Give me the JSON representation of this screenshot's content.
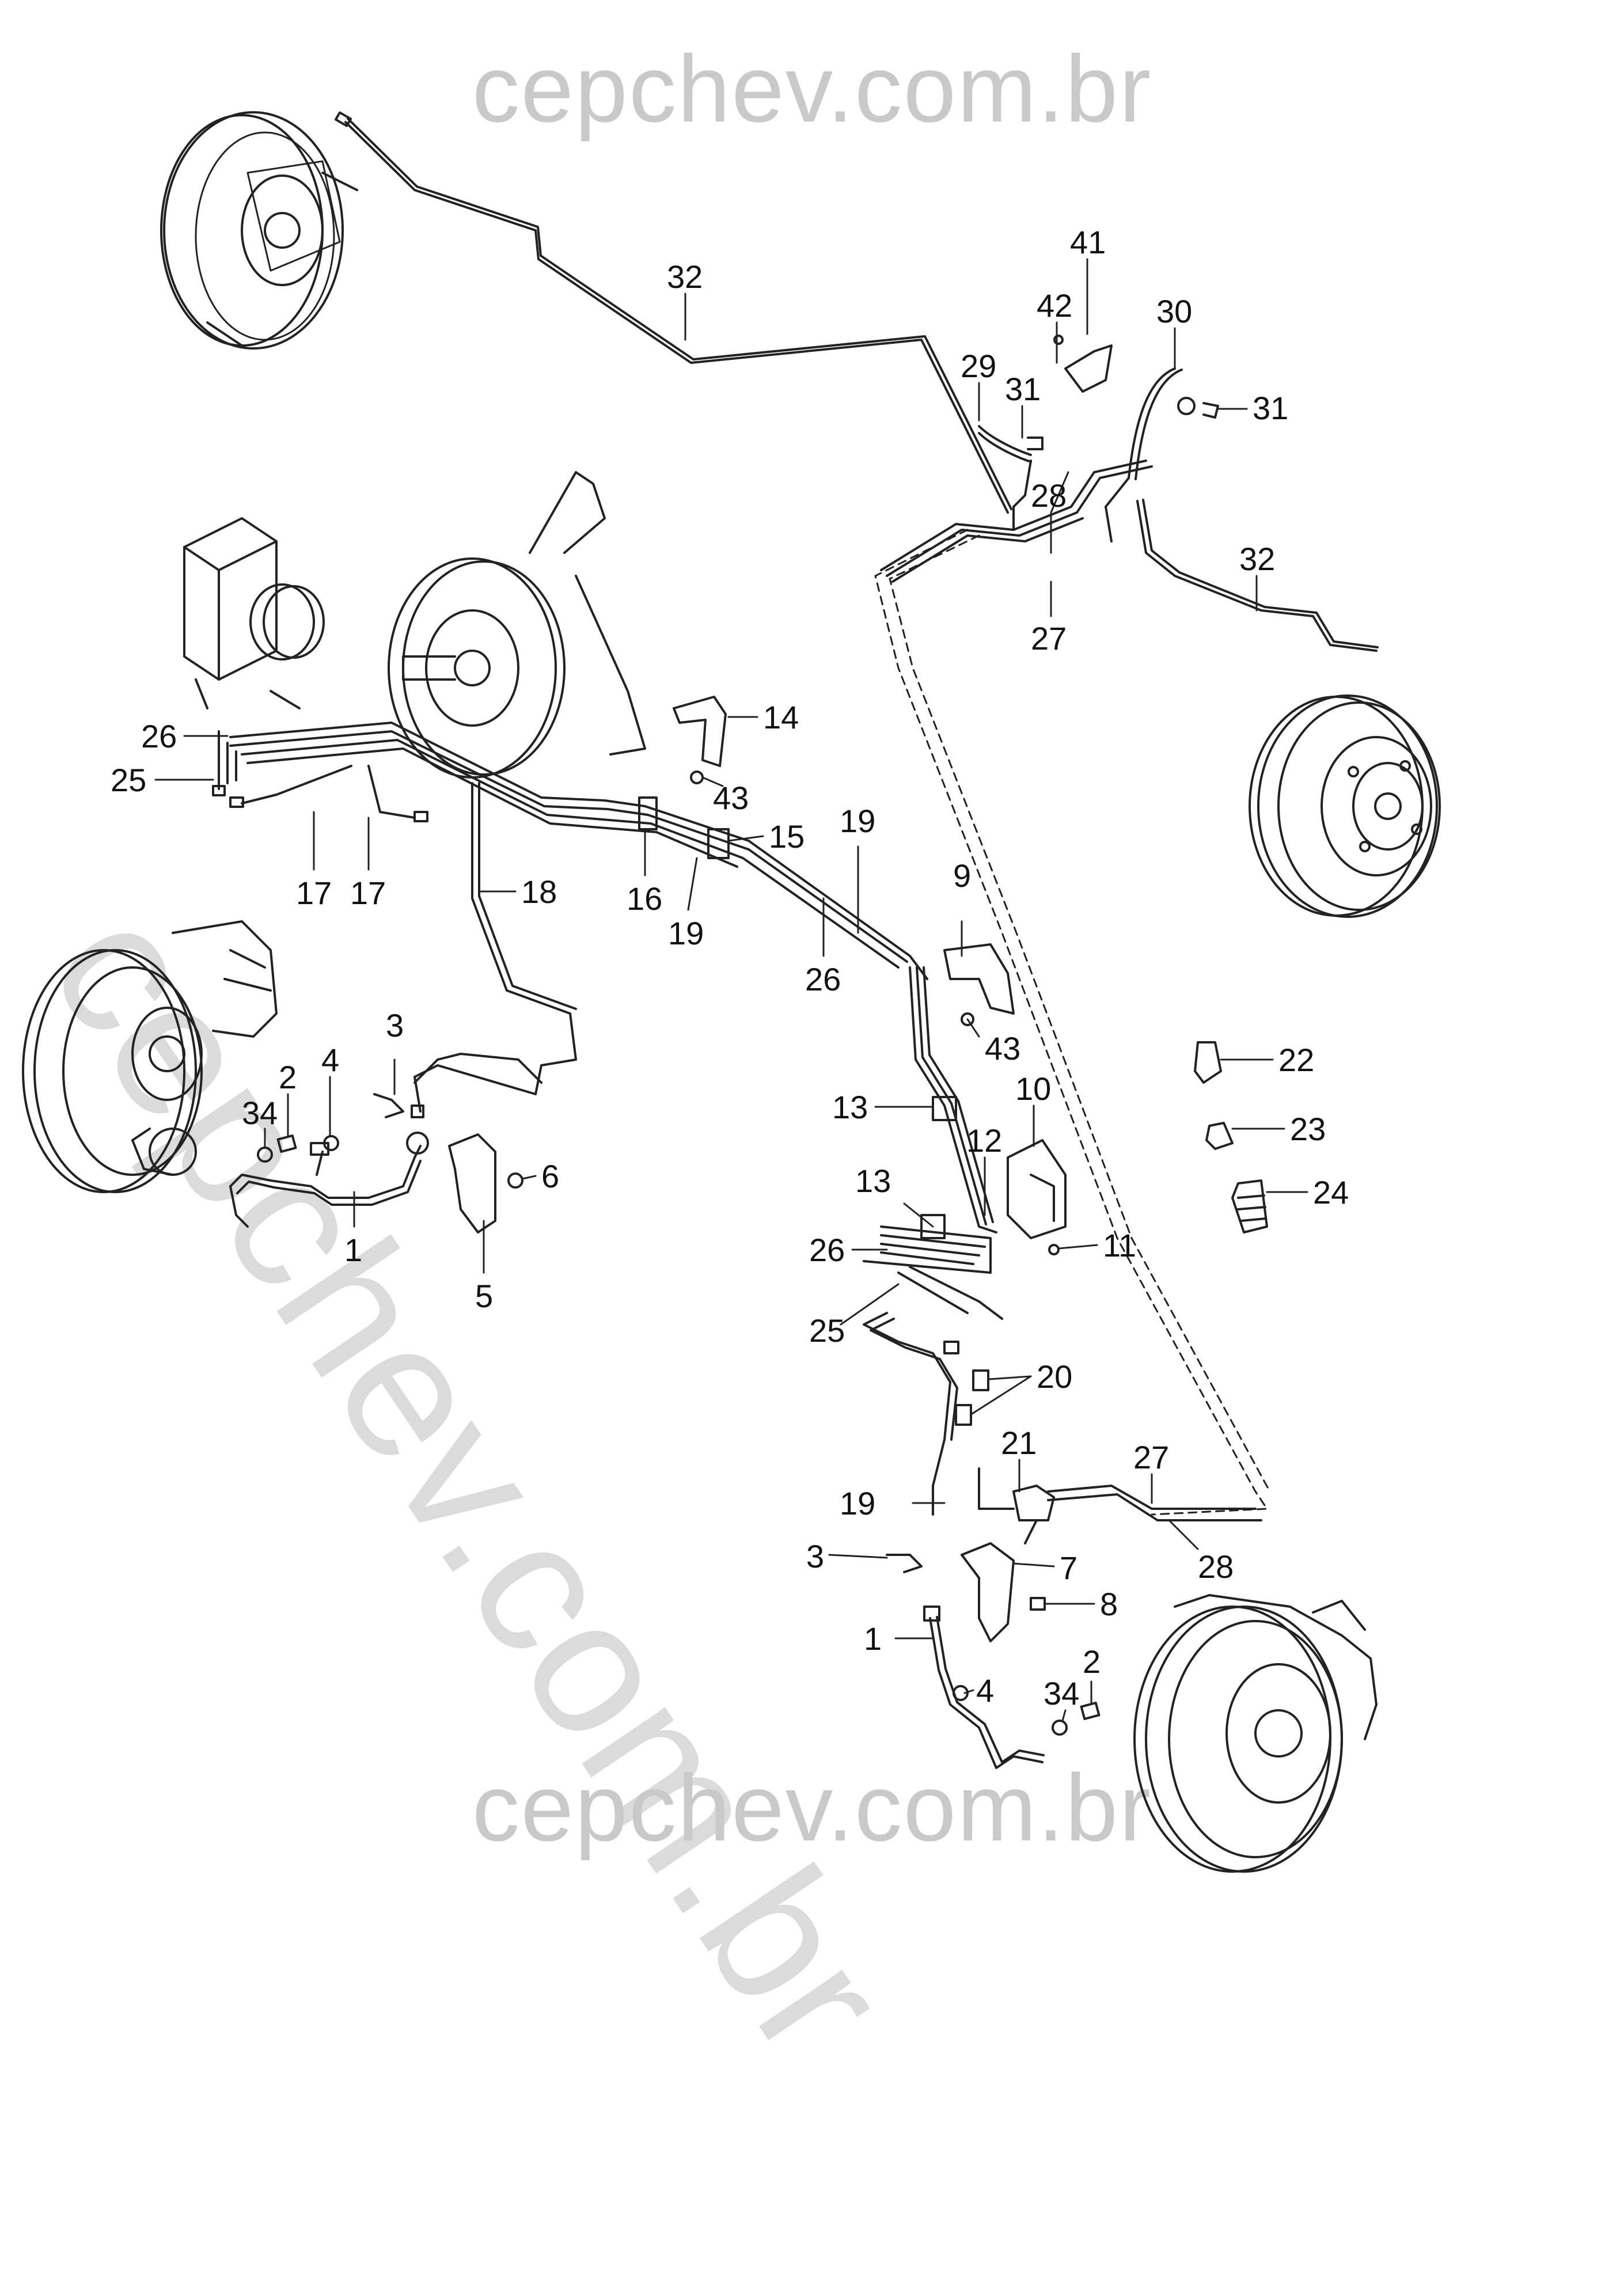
{
  "watermark": {
    "top": "cepchev.com.br",
    "bottom": "cepchev.com.br",
    "diagonal": "cepchev.com.br"
  },
  "callouts": [
    {
      "id": "c32a",
      "text": "32"
    },
    {
      "id": "c41",
      "text": "41"
    },
    {
      "id": "c42",
      "text": "42"
    },
    {
      "id": "c30",
      "text": "30"
    },
    {
      "id": "c29",
      "text": "29"
    },
    {
      "id": "c31a",
      "text": "31"
    },
    {
      "id": "c31b",
      "text": "31"
    },
    {
      "id": "c28a",
      "text": "28"
    },
    {
      "id": "c27a",
      "text": "27"
    },
    {
      "id": "c32b",
      "text": "32"
    },
    {
      "id": "c14",
      "text": "14"
    },
    {
      "id": "c26a",
      "text": "26"
    },
    {
      "id": "c25a",
      "text": "25"
    },
    {
      "id": "c43a",
      "text": "43"
    },
    {
      "id": "c17a",
      "text": "17"
    },
    {
      "id": "c17b",
      "text": "17"
    },
    {
      "id": "c15",
      "text": "15"
    },
    {
      "id": "c19a",
      "text": "19"
    },
    {
      "id": "c16",
      "text": "16"
    },
    {
      "id": "c18",
      "text": "18"
    },
    {
      "id": "c19b",
      "text": "19"
    },
    {
      "id": "c9",
      "text": "9"
    },
    {
      "id": "c26b",
      "text": "26"
    },
    {
      "id": "c43b",
      "text": "43"
    },
    {
      "id": "c3a",
      "text": "3"
    },
    {
      "id": "c4a",
      "text": "4"
    },
    {
      "id": "c2a",
      "text": "2"
    },
    {
      "id": "c34a",
      "text": "34"
    },
    {
      "id": "c22",
      "text": "22"
    },
    {
      "id": "c10",
      "text": "10"
    },
    {
      "id": "c13a",
      "text": "13"
    },
    {
      "id": "c23",
      "text": "23"
    },
    {
      "id": "c12",
      "text": "12"
    },
    {
      "id": "c6",
      "text": "6"
    },
    {
      "id": "c13b",
      "text": "13"
    },
    {
      "id": "c24",
      "text": "24"
    },
    {
      "id": "c1a",
      "text": "1"
    },
    {
      "id": "c26c",
      "text": "26"
    },
    {
      "id": "c11",
      "text": "11"
    },
    {
      "id": "c5",
      "text": "5"
    },
    {
      "id": "c25b",
      "text": "25"
    },
    {
      "id": "c20",
      "text": "20"
    },
    {
      "id": "c21",
      "text": "21"
    },
    {
      "id": "c27b",
      "text": "27"
    },
    {
      "id": "c19c",
      "text": "19"
    },
    {
      "id": "c3b",
      "text": "3"
    },
    {
      "id": "c7",
      "text": "7"
    },
    {
      "id": "c28b",
      "text": "28"
    },
    {
      "id": "c8",
      "text": "8"
    },
    {
      "id": "c1b",
      "text": "1"
    },
    {
      "id": "c4b",
      "text": "4"
    },
    {
      "id": "c34b",
      "text": "34"
    },
    {
      "id": "c2b",
      "text": "2"
    }
  ]
}
